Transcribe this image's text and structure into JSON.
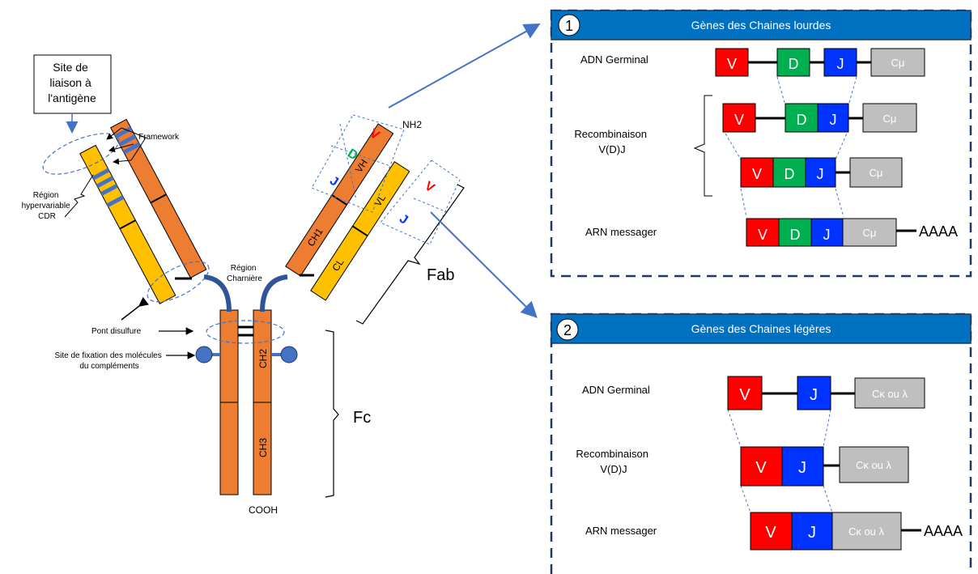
{
  "colors": {
    "orange": "#ED7D31",
    "yellow": "#FFC000",
    "blue_accent": "#4472C4",
    "panel_header": "#0070C0",
    "panel_border": "#1F3864",
    "gene_v": "#FF0000",
    "gene_d": "#00B050",
    "gene_j": "#0033FF",
    "gene_c": "#BFBFBF"
  },
  "antibody": {
    "antigen_site_box": [
      "Site de",
      "liaison à",
      "l'antigène"
    ],
    "framework": "Framework",
    "cdr": [
      "Région",
      "hypervariable",
      "CDR"
    ],
    "hinge": [
      "Région",
      "Charnière"
    ],
    "disulfide": "Pont disulfure",
    "complement": [
      "Site de fixation des molécules",
      "du compléments"
    ],
    "nh2": "NH2",
    "cooh": "COOH",
    "fab": "Fab",
    "fc": "Fc",
    "domains": {
      "vh": "VH",
      "vl": "VL",
      "ch1": "CH1",
      "cl": "CL",
      "ch2": "CH2",
      "ch3": "CH3",
      "v": "V",
      "d": "D",
      "j": "J"
    }
  },
  "panel_heavy": {
    "number": "1",
    "title": "Gènes des Chaines lourdes",
    "row1_label": "ADN Germinal",
    "row2_label": [
      "Recombinaison",
      "V(D)J"
    ],
    "row3_label": "ARN messager",
    "v": "V",
    "d": "D",
    "j": "J",
    "c": "Cμ",
    "polya": "AAAA"
  },
  "panel_light": {
    "number": "2",
    "title": "Gènes des Chaines légères",
    "row1_label": "ADN Germinal",
    "row2_label": [
      "Recombinaison",
      "V(D)J"
    ],
    "row3_label": "ARN messager",
    "v": "V",
    "j": "J",
    "c": "Cκ ou λ",
    "polya": "AAAA"
  }
}
